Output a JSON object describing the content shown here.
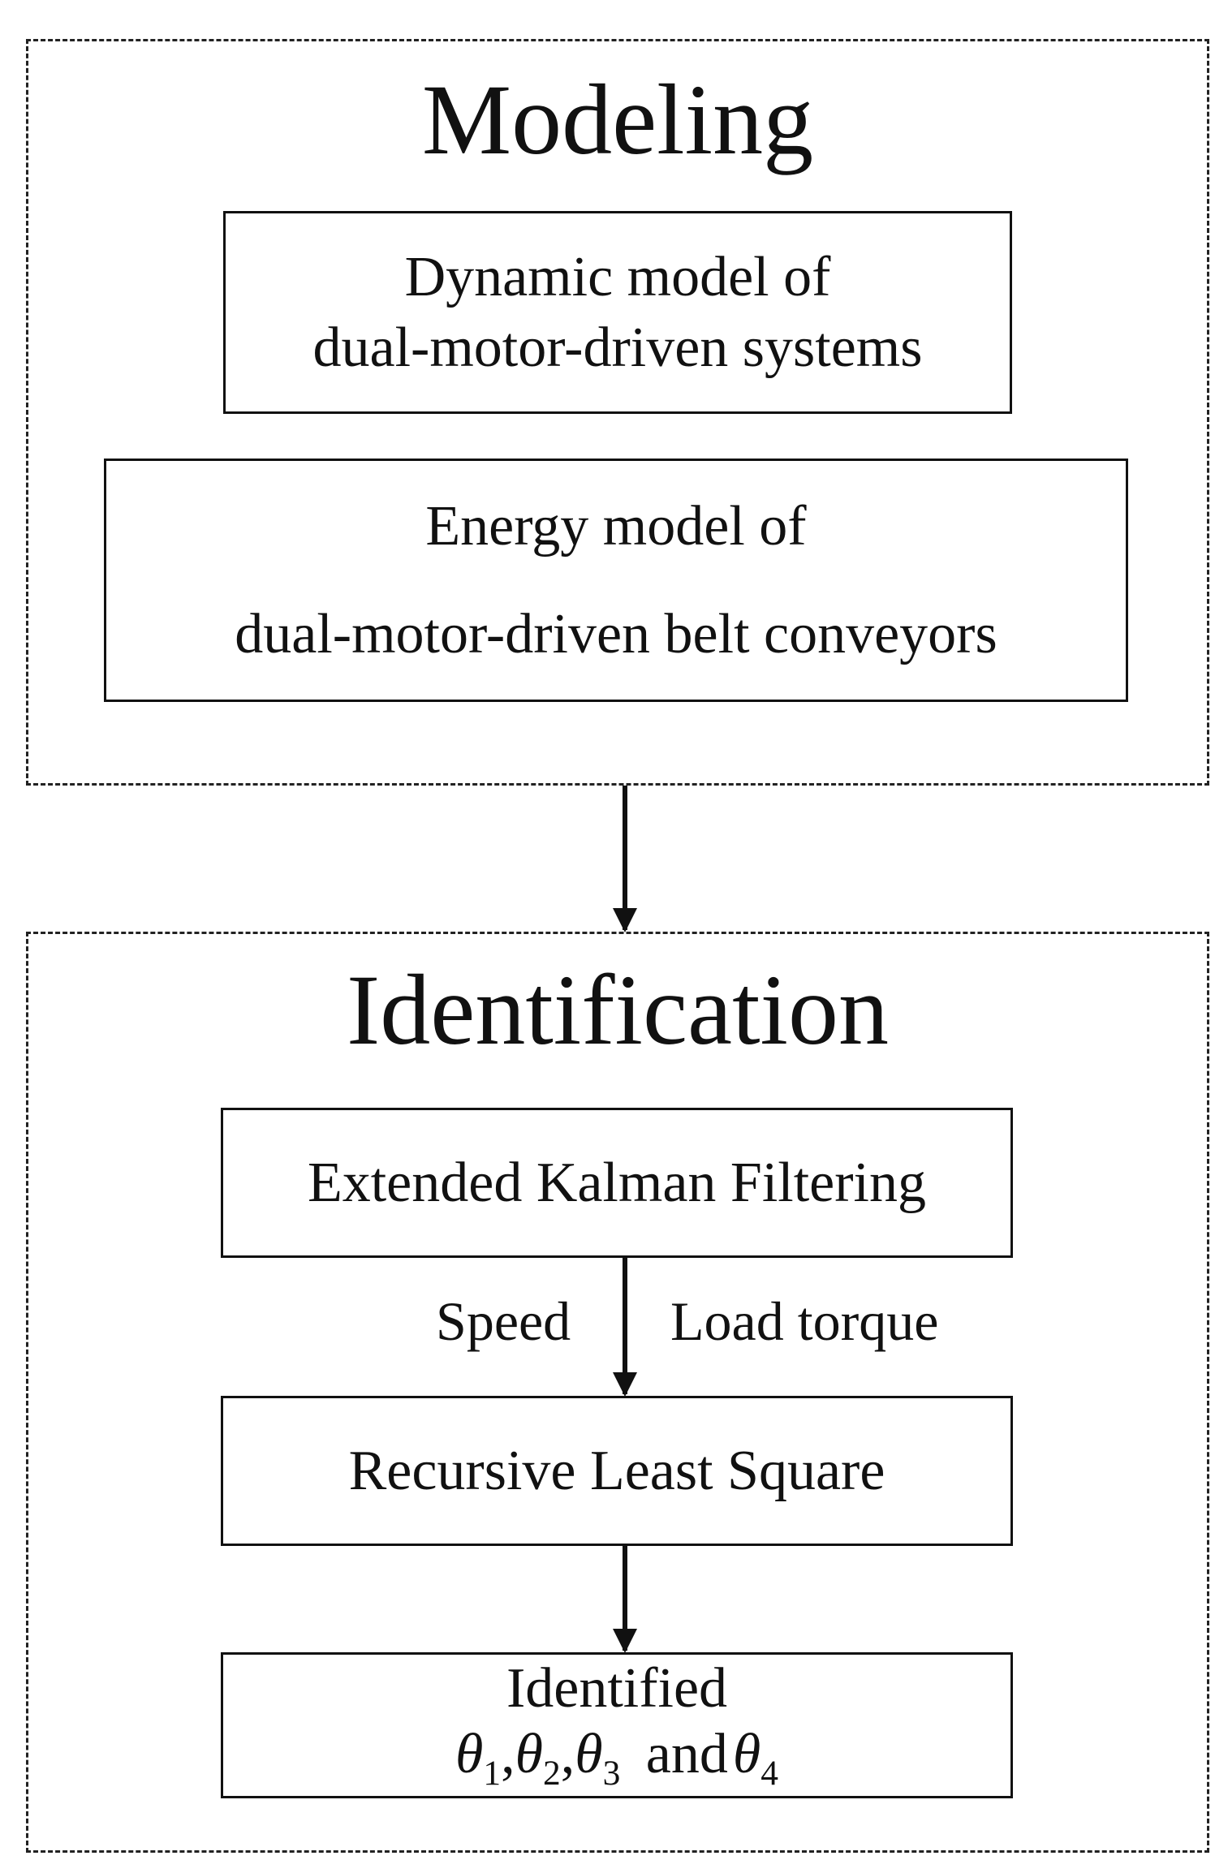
{
  "modeling": {
    "title": "Modeling",
    "dynamic_model": {
      "line1": "Dynamic model of",
      "line2": "dual-motor-driven systems"
    },
    "energy_model": {
      "line1": "Energy model of",
      "line2": "dual-motor-driven belt conveyors"
    }
  },
  "identification": {
    "title": "Identification",
    "ekf_label": "Extended Kalman Filtering",
    "edge_left_label": "Speed",
    "edge_right_label": "Load torque",
    "rls_label": "Recursive Least Square",
    "identified": {
      "line1": "Identified",
      "theta_symbol": "θ",
      "sub1": "1",
      "sub2": "2",
      "sub3": "3",
      "sub4": "4",
      "separator": ",",
      "conjunction": "and"
    }
  }
}
